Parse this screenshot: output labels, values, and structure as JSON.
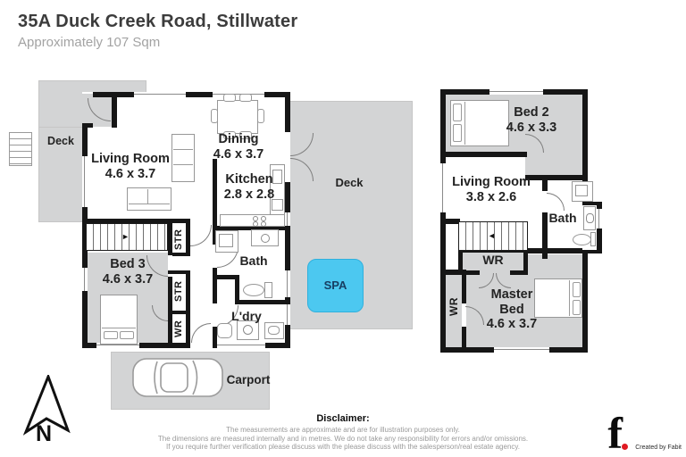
{
  "header": {
    "title": "35A Duck Creek Road, Stillwater",
    "subtitle": "Approximately 107 Sqm"
  },
  "ground_floor": {
    "deck_left_label": "Deck",
    "deck_right_label": "Deck",
    "spa_label": "SPA",
    "carport_label": "Carport",
    "living_room_name": "Living Room",
    "living_room_dims": "4.6 x 3.7",
    "dining_name": "Dining",
    "dining_dims": "4.6 x 3.7",
    "kitchen_name": "Kitchen",
    "kitchen_dims": "2.8 x 2.8",
    "bed3_name": "Bed 3",
    "bed3_dims": "4.6 x 3.7",
    "bath_label": "Bath",
    "laundry_label": "L'dry",
    "str1_label": "STR",
    "str2_label": "STR",
    "wr_label": "WR"
  },
  "upper_floor": {
    "bed2_name": "Bed 2",
    "bed2_dims": "4.6 x 3.3",
    "living_room_name": "Living Room",
    "living_room_dims": "3.8 x 2.6",
    "bath_label": "Bath",
    "wr_top_label": "WR",
    "wr_side_label": "WR",
    "master_name_line1": "Master",
    "master_name_line2": "Bed",
    "master_dims": "4.6 x 3.7"
  },
  "compass": {
    "north_label": "N"
  },
  "icons": {
    "arrow_right": "►",
    "arrow_left": "◄"
  },
  "disclaimer": {
    "heading": "Disclaimer:",
    "line1": "The measurements are approximate and are for illustration purposes only.",
    "line2": "The dimensions are measured internally and in metres. We do not take any responsibility for errors and/or omissions.",
    "line3": "If you require further verification please discuss with the please discuss with the salesperson/real estate agency."
  },
  "branding": {
    "logo_letter": "f",
    "credit": "Created by Fabit"
  },
  "colors": {
    "deck_gray": "#d3d4d5",
    "carpet_gray": "#d3d4d5",
    "wall_black": "#161616",
    "spa_blue": "#4cc8f0",
    "logo_red": "#e01a22",
    "title_gray": "#3c3c3c",
    "subtitle_gray": "#a3a3a3"
  }
}
